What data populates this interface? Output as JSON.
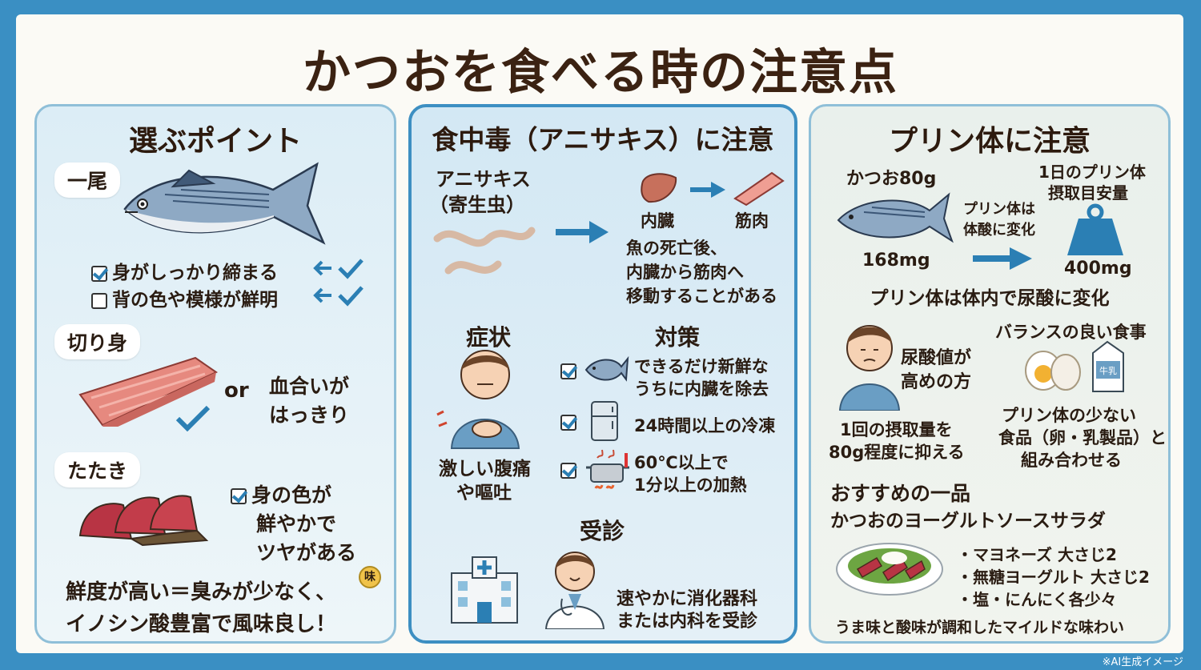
{
  "title": "かつおを食べる時の注意点",
  "footnote": "※AI生成イメージ",
  "left": {
    "title": "選ぶポイント",
    "whole": {
      "label": "一尾",
      "check1": "身がしっかり締まる",
      "check2": "背の色や模様が鮮明"
    },
    "cut": {
      "label": "切り身",
      "or": "or",
      "text1": "血合いが",
      "text2": "はっきり"
    },
    "tataki": {
      "label": "たたき",
      "text1": "身の色が",
      "text2": "鮮やかで",
      "text3": "ツヤがある",
      "badge": "味"
    },
    "summary1": "鮮度が高い＝臭みが少なく、",
    "summary2": "イノシン酸豊富で風味良し！"
  },
  "middle": {
    "title": "食中毒（アニサキス）に注意",
    "parasite1": "アニサキス",
    "parasite2": "（寄生虫）",
    "organ": "内臓",
    "muscle": "筋肉",
    "move1": "魚の死亡後、",
    "move2": "内臓から筋肉へ",
    "move3": "移動することがある",
    "symptom_title": "症状",
    "symptom1": "激しい腹痛",
    "symptom2": "や嘔吐",
    "measure_title": "対策",
    "measure1a": "できるだけ新鮮な",
    "measure1b": "うちに内臓を除去",
    "measure2": "24時間以上の冷凍",
    "measure3a": "60℃以上で",
    "measure3b": "1分以上の加熱",
    "visit_title": "受診",
    "visit1": "速やかに消化器科",
    "visit2": "または内科を受診"
  },
  "right": {
    "title": "プリン体に注意",
    "fish_label": "かつお80g",
    "fish_value": "168mg",
    "convert1": "プリン体は",
    "convert2": "体酸に変化",
    "daily1": "1日のプリン体",
    "daily2": "摂取目安量",
    "daily_value": "400mg",
    "statement": "プリン体は体内で尿酸に変化",
    "uric1": "尿酸値が",
    "uric2": "高めの方",
    "limit1": "1回の摂取量を",
    "limit2": "80g程度に抑える",
    "balance_title": "バランスの良い食事",
    "milk_label": "牛乳",
    "combine1": "プリン体の少ない",
    "combine2": "食品（卵・乳製品）と",
    "combine3": "組み合わせる",
    "recommend_title": "おすすめの一品",
    "recipe_name": "かつおのヨーグルトソースサラダ",
    "ingredients": [
      "・マヨネーズ 大さじ2",
      "・無糖ヨーグルト 大さじ2",
      "・塩・にんにく各少々"
    ],
    "taste": "うま味と酸味が調和したマイルドな味わい"
  }
}
